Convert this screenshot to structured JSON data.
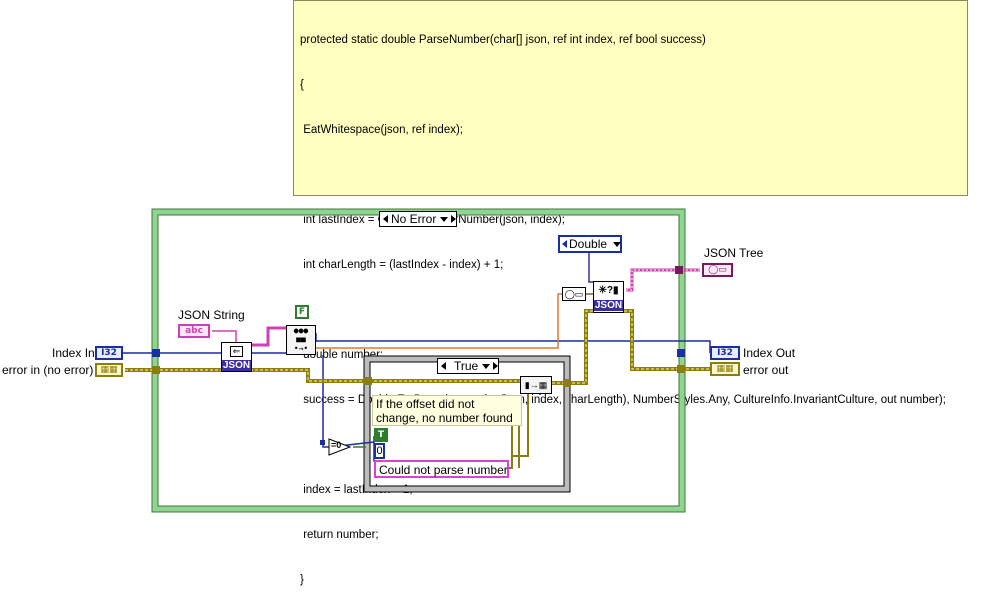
{
  "code_comment": {
    "lines": [
      "protected static double ParseNumber(char[] json, ref int index, ref bool success)",
      "{",
      " EatWhitespace(json, ref index);",
      "",
      " int lastIndex = GetLastIndexOfNumber(json, index);",
      " int charLength = (lastIndex - index) + 1;",
      "",
      " double number;",
      " success = Double.TryParse(new string(json, index, charLength), NumberStyles.Any, CultureInfo.InvariantCulture, out number);",
      "",
      " index = lastIndex + 1;",
      " return number;",
      "}"
    ]
  },
  "case_structure_outer": {
    "selector": "No Error"
  },
  "case_structure_inner": {
    "selector": "True"
  },
  "controls": {
    "index_in": {
      "label": "Index In",
      "type": "I32"
    },
    "error_in": {
      "label": "error in (no error)"
    },
    "json_string": {
      "label": "JSON String",
      "type": "abc"
    }
  },
  "indicators": {
    "index_out": {
      "label": "Index Out",
      "type": "I32"
    },
    "error_out": {
      "label": "error out"
    },
    "json_tree": {
      "label": "JSON Tree"
    }
  },
  "constants": {
    "false_const": "F",
    "true_const": "T",
    "type_enum": "Double",
    "zero": "0",
    "error_message": "Could not parse number"
  },
  "notes": {
    "offset_note": "If the offset did not change, no number found"
  },
  "node_labels": {
    "json": "JSON",
    "equals_zero": "=0"
  },
  "colors": {
    "structure_green": "#8fd48f",
    "wire_blue": "#1a2fa0",
    "wire_pink": "#d040b0",
    "wire_error": "#8b7d0e",
    "wire_orange": "#e07830",
    "json_purple": "#3b2f9e"
  }
}
